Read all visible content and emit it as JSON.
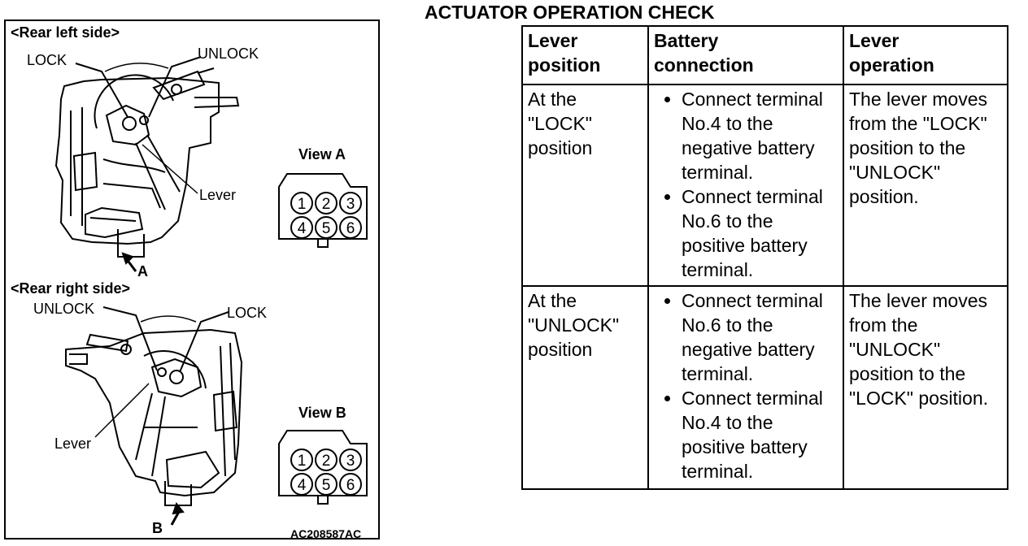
{
  "figure": {
    "rear_left_caption": "<Rear left side>",
    "rear_right_caption": "<Rear right side>",
    "left_lock_label": "LOCK",
    "left_unlock_label": "UNLOCK",
    "left_lever_label": "Lever",
    "left_arrow_label": "A",
    "right_unlock_label": "UNLOCK",
    "right_lock_label": "LOCK",
    "right_lever_label": "Lever",
    "right_arrow_label": "B",
    "view_a_label": "View A",
    "view_b_label": "View B",
    "connector_terminals": [
      "1",
      "2",
      "3",
      "4",
      "5",
      "6"
    ],
    "figure_code": "AC208587AC"
  },
  "title": "ACTUATOR OPERATION CHECK",
  "table": {
    "headers": [
      "Lever position",
      "Battery connection",
      "Lever operation"
    ],
    "header_lines": [
      [
        "Lever",
        "position"
      ],
      [
        "Battery",
        "connection"
      ],
      [
        "Lever",
        "operation"
      ]
    ],
    "rows": [
      {
        "position": "At the \"LOCK\" position",
        "connections": [
          "Connect terminal No.4 to the negative battery terminal.",
          "Connect terminal No.6 to the positive battery terminal."
        ],
        "operation": "The lever moves from the \"LOCK\" position to the \"UNLOCK\" position."
      },
      {
        "position": "At the \"UNLOCK\" position",
        "connections": [
          "Connect terminal No.6 to the negative battery terminal.",
          "Connect terminal No.4 to the positive battery terminal."
        ],
        "operation": "The lever moves from the \"UNLOCK\" position to the \"LOCK\" position."
      }
    ]
  }
}
